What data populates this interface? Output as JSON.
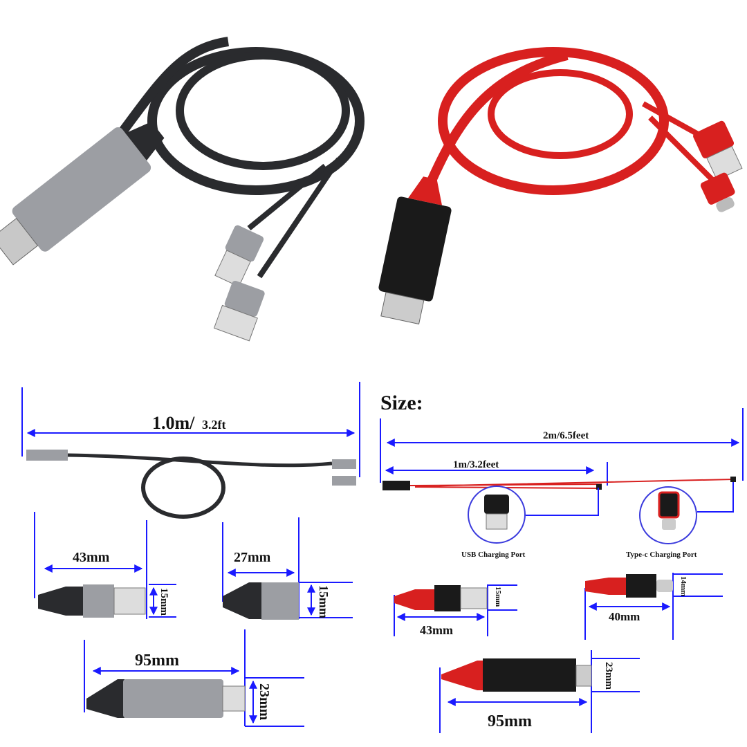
{
  "product": {
    "colors": {
      "black_cable": "#2a2b2e",
      "red_cable": "#d8201f",
      "housing_gray": "#9c9ea3",
      "dimension_line": "#1a1aff"
    }
  },
  "left_diagram": {
    "length_main": "1.0m/",
    "length_sub": "3.2ft",
    "usb_length": "43mm",
    "usb_height": "15mm",
    "female_length": "27mm",
    "female_height": "15mm",
    "hdmi_length": "95mm",
    "hdmi_height": "23mm"
  },
  "right_diagram": {
    "title": "Size:",
    "total_length": "2m/6.5feet",
    "branch_length": "1m/3.2feet",
    "usb_port_label": "USB Charging Port",
    "typec_port_label": "Type-c Charging Port",
    "usb_length": "43mm",
    "usb_height": "15mm",
    "typec_length": "40mm",
    "typec_height": "14mm",
    "hdmi_length": "95mm",
    "hdmi_height": "23mm"
  }
}
